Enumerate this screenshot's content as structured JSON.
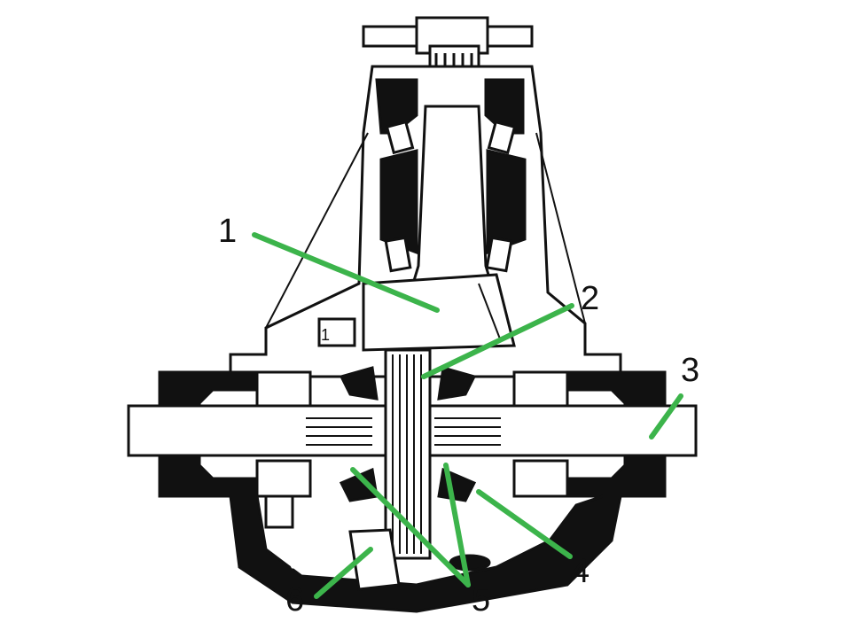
{
  "diagram": {
    "labels": [
      {
        "id": "1",
        "text": "1"
      },
      {
        "id": "2",
        "text": "2"
      },
      {
        "id": "3",
        "text": "3"
      },
      {
        "id": "4",
        "text": "4"
      },
      {
        "id": "5",
        "text": "5"
      },
      {
        "id": "6",
        "text": "6"
      }
    ],
    "colors": {
      "leader": "#3cb44b",
      "ink": "#111111",
      "background": "#ffffff"
    }
  }
}
